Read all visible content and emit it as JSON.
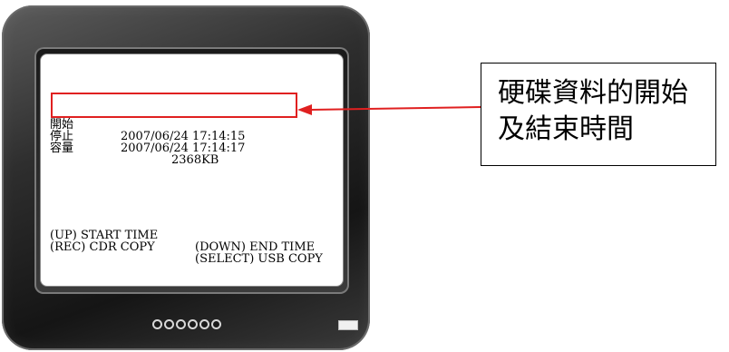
{
  "screen": {
    "start_label": "開始",
    "start_value": "2007/06/24 17:14:15",
    "stop_label": "停止",
    "stop_value": "2007/06/24 17:14:17",
    "capacity_label": "容量",
    "capacity_value": "2368KB",
    "menu": {
      "up": "(UP) START TIME",
      "down": "(DOWN) END TIME",
      "rec": "(REC) CDR COPY",
      "select": "(SELECT) USB COPY"
    }
  },
  "callout": {
    "line1": "硬碟資料的開始",
    "line2": "及結束時間"
  },
  "colors": {
    "highlight": "#e02020",
    "monitor": "#2e2e2e"
  },
  "icons": {
    "buttons": [
      "round-button-icon",
      "round-button-icon",
      "round-button-icon",
      "round-button-icon",
      "round-button-icon",
      "round-button-icon"
    ],
    "power": "power-led-icon"
  }
}
